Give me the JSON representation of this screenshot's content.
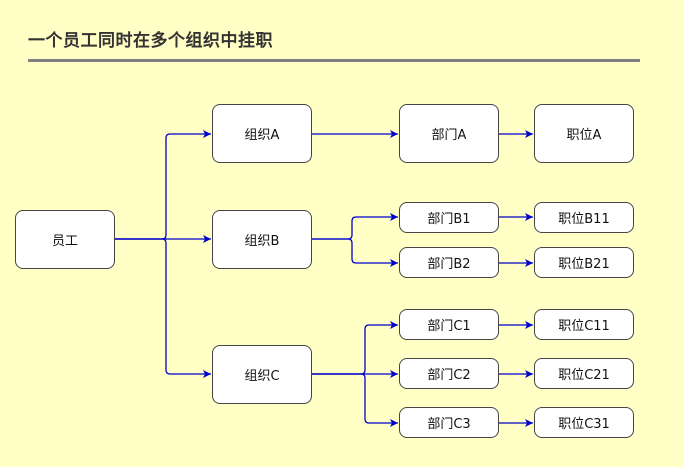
{
  "title": "一个员工同时在多个组织中挂职",
  "nodes": {
    "employee": "员工",
    "org_a": "组织A",
    "org_b": "组织B",
    "org_c": "组织C",
    "dept_a": "部门A",
    "dept_b1": "部门B1",
    "dept_b2": "部门B2",
    "dept_c1": "部门C1",
    "dept_c2": "部门C2",
    "dept_c3": "部门C3",
    "pos_a": "职位A",
    "pos_b11": "职位B11",
    "pos_b21": "职位B21",
    "pos_c11": "职位C11",
    "pos_c21": "职位C21",
    "pos_c31": "职位C31"
  },
  "colors": {
    "background": "#ffffc6",
    "edge": "#0000cc",
    "node_border": "#444444"
  }
}
